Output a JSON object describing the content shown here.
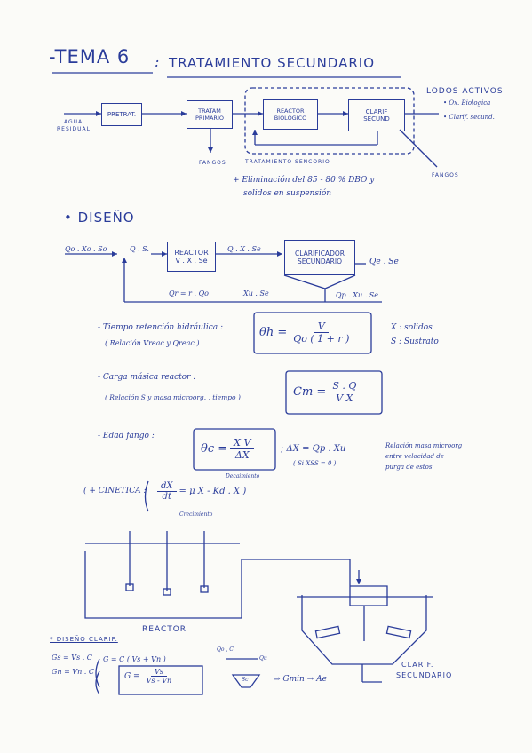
{
  "header": {
    "tema": "-TEMA 6",
    "sep": ":",
    "title": "TRATAMIENTO SECUNDARIO"
  },
  "lodos": {
    "title": "LODOS ACTIVOS",
    "item1": "• Ox. Biologica",
    "item2": "• Clarif. secund."
  },
  "flow1": {
    "agua": "AGUA",
    "residual": "RESIDUAL",
    "pretrat": "PRETRAT.",
    "trat1": "TRATAM",
    "trat2": "PRIMARIO",
    "reactor1": "REACTOR",
    "reactor2": "BIOLOGICO",
    "clarif1": "CLARIF",
    "clarif2": "SECUND",
    "fangos_left": "FANGOS",
    "fangos_right": "FANGOS",
    "trat_sec_label": "TRATAMIENTO SENCORIO",
    "note1": "+ Eliminación del 85 - 80 % DBO y",
    "note2": "solidos en suspensión"
  },
  "diseno": {
    "title": "• DISEÑO",
    "in_label": "Qo . Xo . So",
    "qs_label": "Q . S.",
    "reactor1": "REACTOR",
    "reactor2": "V . X . Se",
    "mid_label": "Q . X . Se",
    "clar1": "CLARIFICADOR",
    "clar2": "SECUNDARIO",
    "out_label": "Qe . Se",
    "recycle": "Qr = r . Qo",
    "xu": "Xu . Se",
    "purge": "Qp . Xu . Se"
  },
  "tiempo": {
    "label": "- Tiempo retención hidráulica :",
    "sub": "( Relación Vreac y Qreac )",
    "lhs": "θh =",
    "num": "V",
    "den": "Qo ( 1 + r )",
    "leg1": "X : solidos",
    "leg2": "S : Sustrato"
  },
  "carga": {
    "label": "- Carga másica reactor :",
    "sub": "( Relación S y masa microorg. , tiempo )",
    "lhs": "Cm =",
    "num": "S . Q",
    "den": "V X"
  },
  "edad": {
    "label": "- Edad fango :",
    "lhs": "θc =",
    "num": "X V",
    "den": "ΔX",
    "delta": "; ΔX = Qp . Xu",
    "cond": "( Si XSS = 0 )",
    "note1": "Relación masa microorg",
    "note2": "entre velocidad de",
    "note3": "purga de estos"
  },
  "cinetica": {
    "label": "( + CINETICA :",
    "num": "dX",
    "den": "dt",
    "rhs": "= μ X - Kd . X )",
    "sup": "Decaimiento",
    "sub": "Crecimiento"
  },
  "drawing": {
    "reactor": "REACTOR",
    "clarif1": "CLARIF.",
    "clarif2": "SECUNDARIO"
  },
  "clarif_design": {
    "title": "* DISEÑO CLARIF.",
    "gs": "Gs = Vs . C",
    "gn": "Gn = Vn . C",
    "g1": "G = C ( Vs + Vn )",
    "g2_lhs": "G =",
    "g2_num": "Vs",
    "g2_den": "Vs - Vn",
    "qc": "Qo , C",
    "qu": "Qu",
    "sc": "Sc",
    "result": "⇒ Gmin → Ae"
  }
}
